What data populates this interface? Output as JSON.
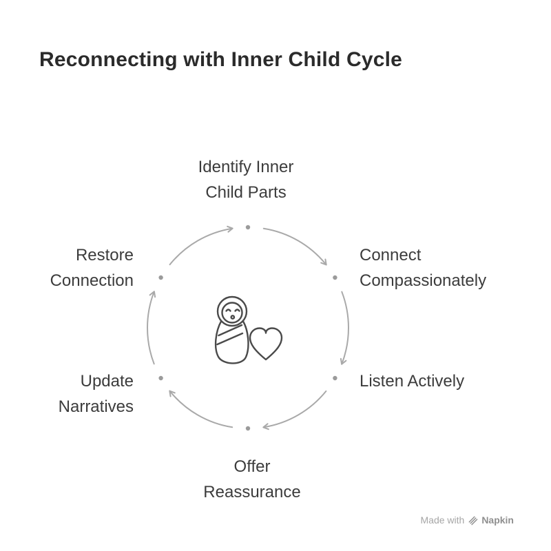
{
  "title": "Reconnecting with Inner Child Cycle",
  "cycle": {
    "steps": [
      {
        "label": "Identify Inner Child Parts",
        "lines": [
          "Identify Inner",
          "Child Parts"
        ],
        "position": "top"
      },
      {
        "label": "Connect Compassionately",
        "lines": [
          "Connect",
          "Compassionately"
        ],
        "position": "upper-right"
      },
      {
        "label": "Listen Actively",
        "lines": [
          "Listen Actively"
        ],
        "position": "lower-right"
      },
      {
        "label": "Offer Reassurance",
        "lines": [
          "Offer",
          "Reassurance"
        ],
        "position": "bottom"
      },
      {
        "label": "Update Narratives",
        "lines": [
          "Update",
          "Narratives"
        ],
        "position": "lower-left"
      },
      {
        "label": "Restore Connection",
        "lines": [
          "Restore",
          "Connection"
        ],
        "position": "upper-left"
      }
    ],
    "direction": "clockwise",
    "node_count": 6
  },
  "icons": {
    "center": "swaddled-baby-with-heart",
    "watermark": "napkin-logo"
  },
  "watermark": {
    "made_with": "Made with",
    "brand": "Napkin"
  },
  "colors": {
    "title": "#2b2b2b",
    "text": "#3c3c3c",
    "arrow": "#a9a9a9",
    "dot": "#9b9b9b",
    "icon": "#4a4a4a",
    "watermark": "#a6a6a6",
    "watermark_brand": "#8f8f8f",
    "bg": "#ffffff"
  }
}
